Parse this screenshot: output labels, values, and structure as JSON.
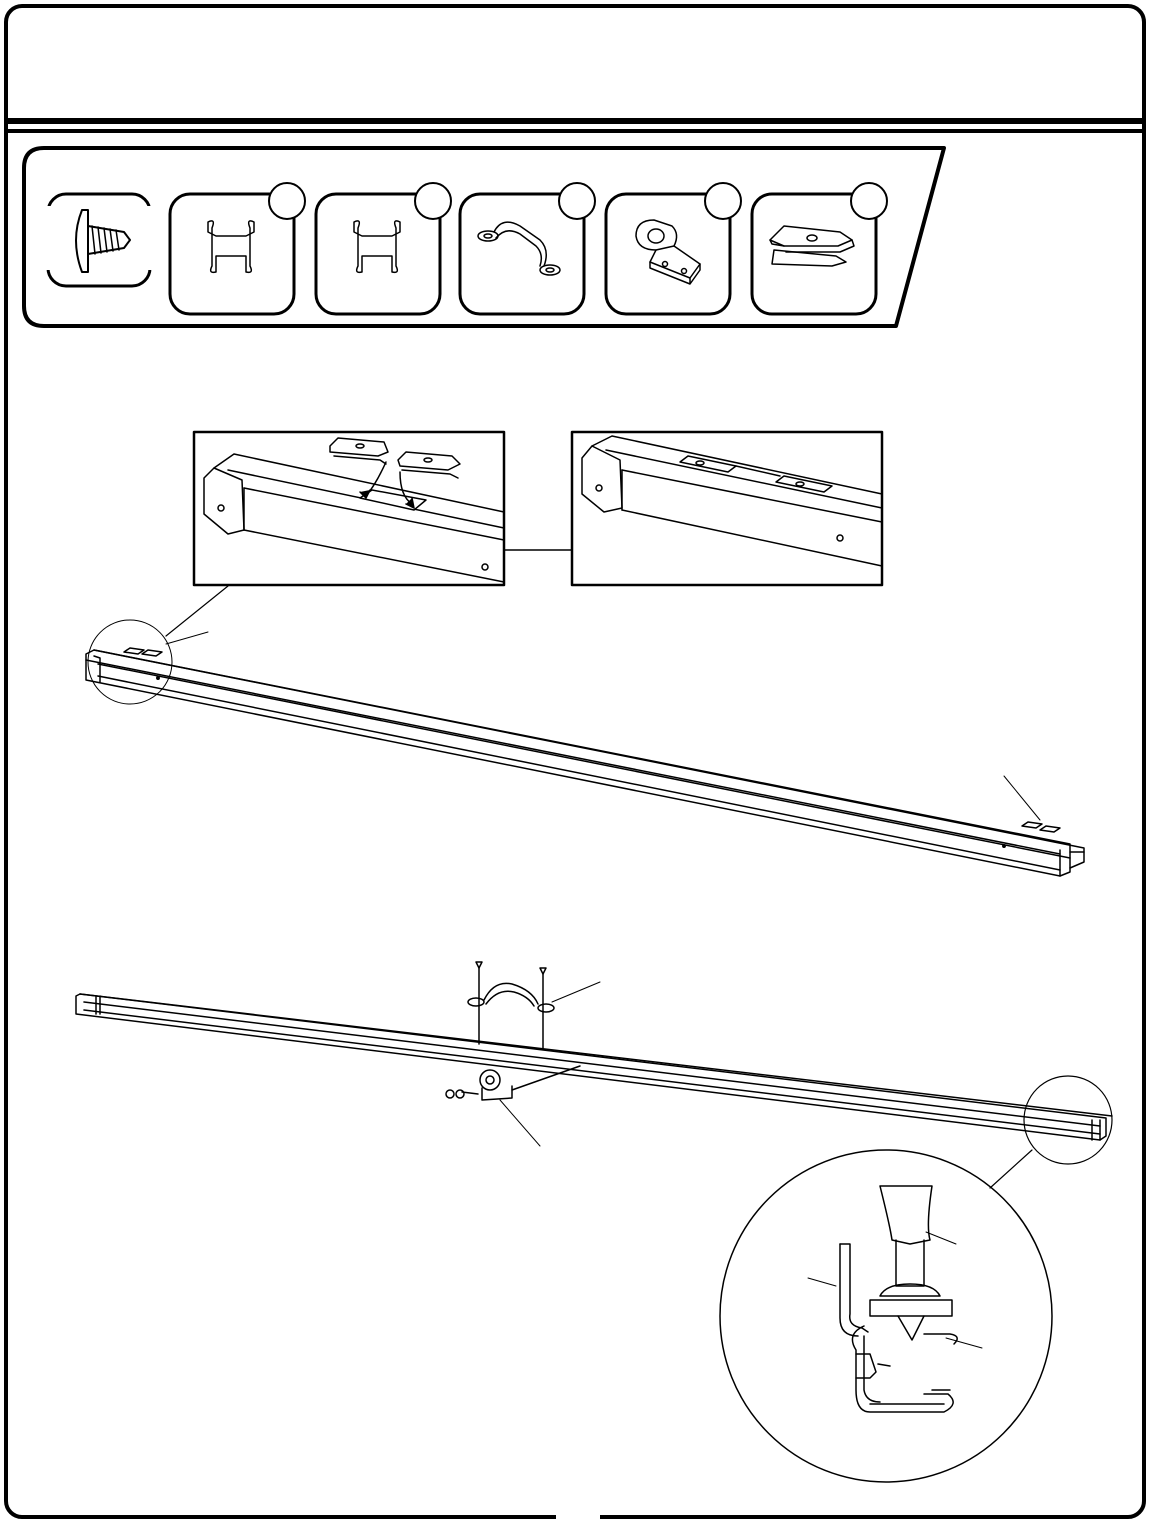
{
  "page": {
    "header_title": "",
    "page_number": ""
  },
  "hardware_panel": {
    "items": [
      {
        "name": "screw",
        "icon": "screw-icon",
        "count_label": ""
      },
      {
        "name": "channel-a",
        "icon": "channel-icon",
        "count_label": ""
      },
      {
        "name": "channel-b",
        "icon": "channel-icon",
        "count_label": ""
      },
      {
        "name": "handle",
        "icon": "handle-icon",
        "count_label": ""
      },
      {
        "name": "hook-bracket",
        "icon": "hook-bracket-icon",
        "count_label": ""
      },
      {
        "name": "clip",
        "icon": "clip-icon",
        "count_label": ""
      }
    ]
  },
  "steps": {
    "step_1": {
      "callouts": []
    },
    "step_2": {
      "callouts": []
    }
  }
}
